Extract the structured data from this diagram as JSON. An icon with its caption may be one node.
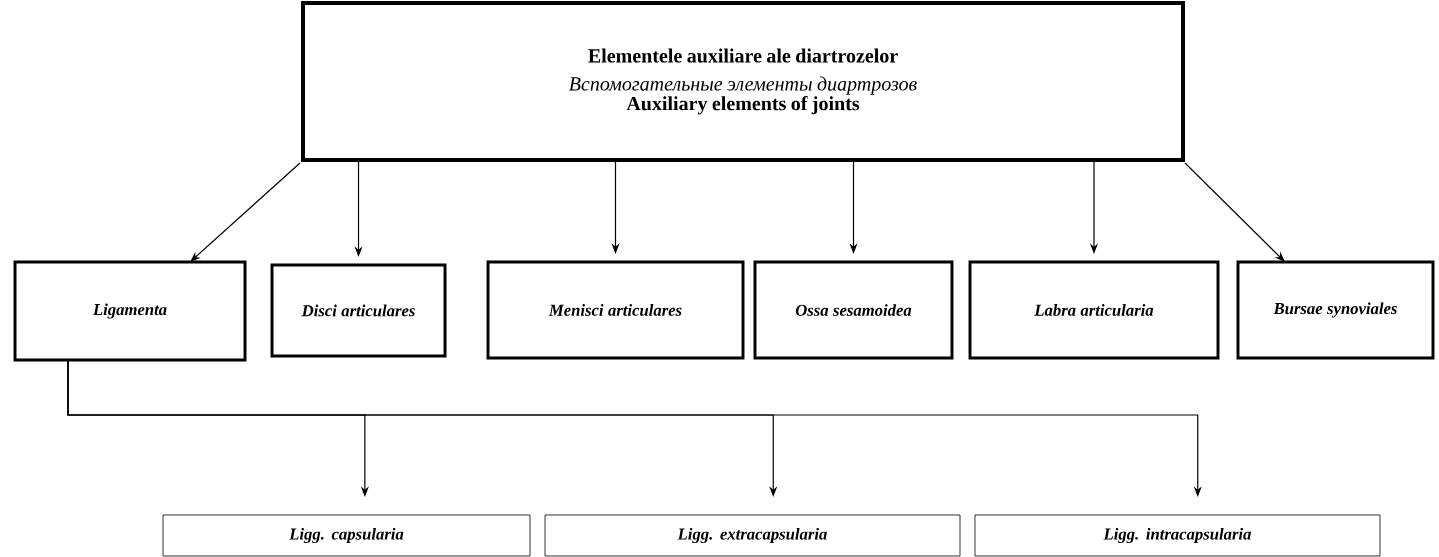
{
  "diagram": {
    "nodes": [
      {
        "text": [
          "Elementele auxiliare ale diartrozelor",
          "Вспомогательные элементы диартрозов",
          "Auxiliary  elements of joints"
        ]
      },
      {
        "text": [
          "Ligamenta"
        ]
      },
      {
        "text": [
          "Disci articulares"
        ]
      },
      {
        "text": [
          "Menisci articulares"
        ]
      },
      {
        "text": [
          "Ossa sesamoidea"
        ]
      },
      {
        "text": [
          "Labra articularia"
        ]
      },
      {
        "text": [
          "Bursae synoviales"
        ]
      },
      {
        "text": [
          "Ligg. capsularia"
        ]
      },
      {
        "text": [
          "Ligg. extracapsularia"
        ]
      },
      {
        "text": [
          "Ligg. intracapsularia"
        ]
      }
    ],
    "edges": [
      {
        "from": 0,
        "to": 1,
        "arrow": "to"
      },
      {
        "from": 0,
        "to": 2,
        "arrow": "to"
      },
      {
        "from": 0,
        "to": 3,
        "arrow": "to"
      },
      {
        "from": 0,
        "to": 4,
        "arrow": "to"
      },
      {
        "from": 0,
        "to": 5,
        "arrow": "to"
      },
      {
        "from": 0,
        "to": 6,
        "arrow": "to"
      },
      {
        "from": 1,
        "to": 7,
        "arrow": "to"
      },
      {
        "from": 1,
        "to": 8,
        "arrow": "to"
      },
      {
        "from": 1,
        "to": 9,
        "arrow": "to"
      }
    ]
  }
}
